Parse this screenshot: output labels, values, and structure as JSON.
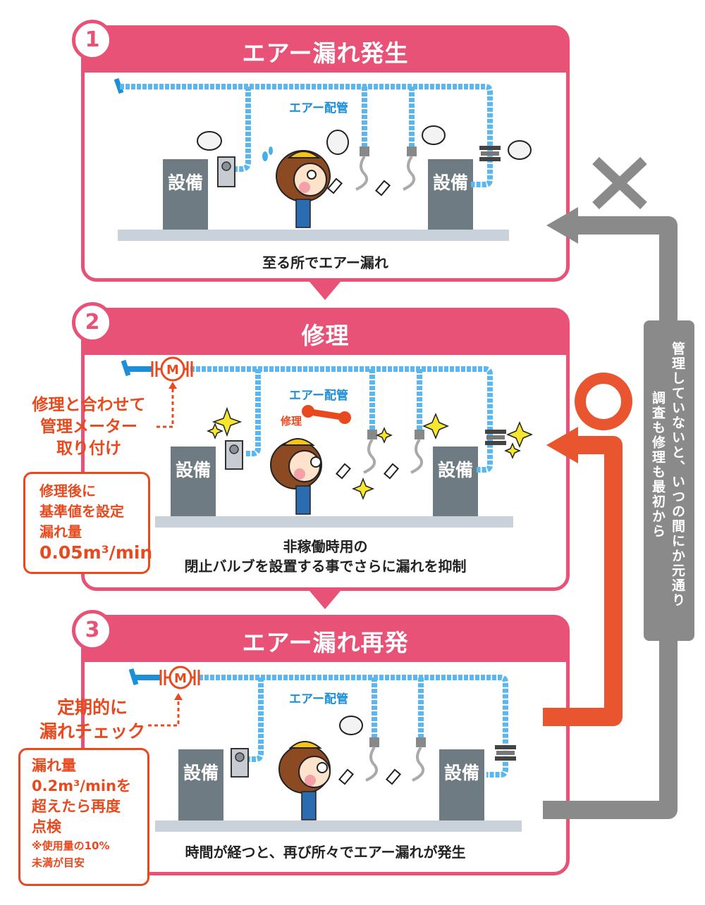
{
  "colors": {
    "panel_pink": "#e85276",
    "accent_red": "#e84a1f",
    "arrow_gray": "#8a8a8a",
    "pipe_blue": "#1d8fd8",
    "equipment_gray": "#6f7b82",
    "floor_gray": "#c9d2da",
    "sparkle_yellow": "#f7e62e"
  },
  "equipment_label": "設備",
  "pipe_label": "エアー配管",
  "meter_label": "M",
  "steps": [
    {
      "number": "1",
      "title": "エアー漏れ発生",
      "caption_lines": [
        "至る所でエアー漏れ"
      ]
    },
    {
      "number": "2",
      "title": "修理",
      "repair_label": "修理",
      "caption_lines": [
        "非稼働時用の",
        "閉止バルブを設置する事でさらに漏れを抑制"
      ],
      "meter_note_lines": [
        "修理と合わせて",
        "管理メーター",
        "取り付け"
      ],
      "box_lines": [
        "修理後に",
        "基準値を設定",
        "漏れ量"
      ],
      "box_value": "0.05m³/min"
    },
    {
      "number": "3",
      "title": "エアー漏れ再発",
      "caption_lines": [
        "時間が経つと、再び所々でエアー漏れが発生"
      ],
      "meter_note_lines": [
        "定期的に",
        "漏れチェック"
      ],
      "box_lines": [
        "漏れ量",
        "0.2m³/minを",
        "超えたら再度",
        "点検"
      ],
      "box_note_lines": [
        "※使用量の10%",
        "未満が目安"
      ]
    }
  ],
  "outcomes": {
    "bad_mark": "✕",
    "good_mark": "○",
    "side_label_lines": [
      "管理していないと、いつの間にか元通り",
      "調査も修理も最初から"
    ]
  }
}
